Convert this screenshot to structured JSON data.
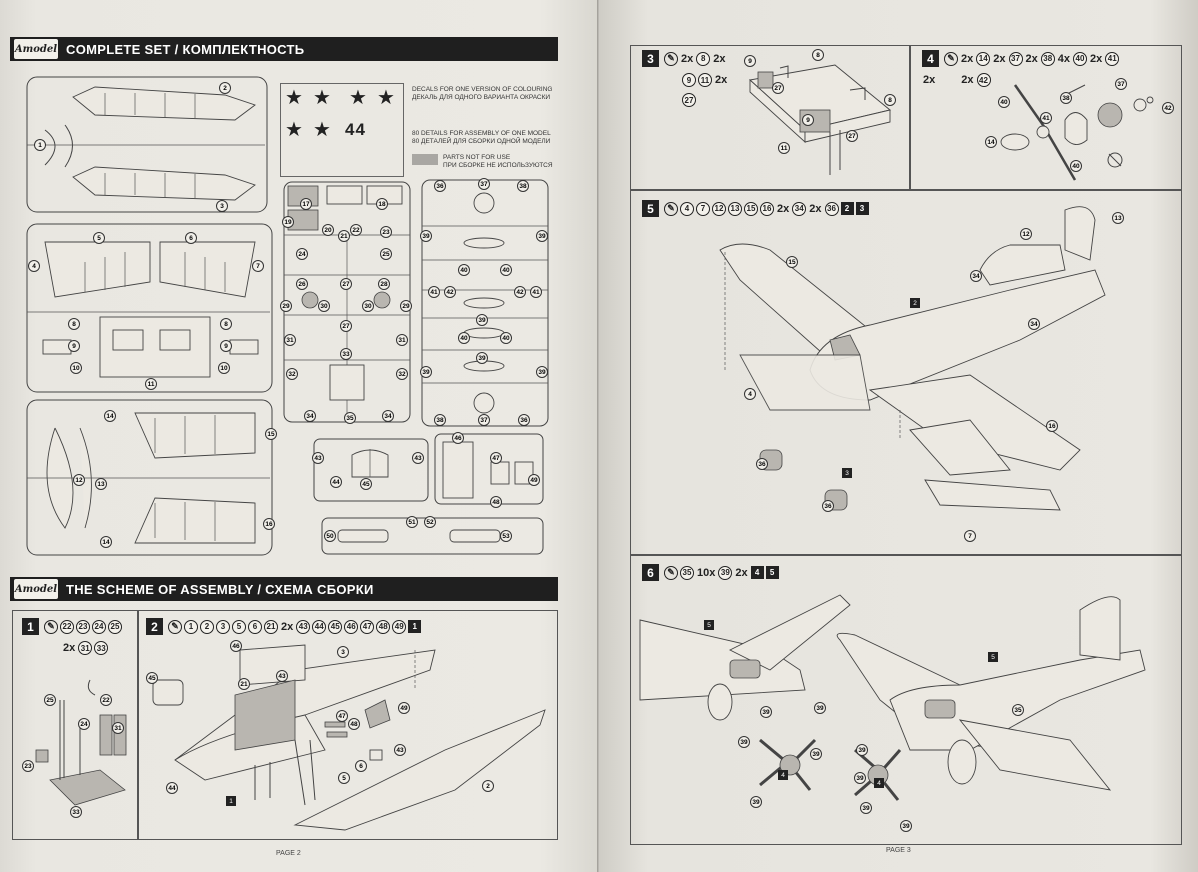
{
  "brand": "Amodel",
  "left_page": {
    "header_set": "COMPLETE SET / КОМПЛЕКТНОСТЬ",
    "header_scheme": "THE SCHEME OF ASSEMBLY / СХЕМА СБОРКИ",
    "decal_note_en": "DECALS FOR ONE VERSION OF COLOURING",
    "decal_note_ru": "ДЕКАЛЬ ДЛЯ ОДНОГО ВАРИАНТА ОКРАСКИ",
    "details_note_en": "80 DETAILS FOR ASSEMBLY OF ONE MODEL",
    "details_note_ru": "80 ДЕТАЛЕЙ ДЛЯ СБОРКИ ОДНОЙ МОДЕЛИ",
    "not_use_en": "PARTS NOT FOR USE",
    "not_use_ru": "ПРИ СБОРКЕ НЕ ИСПОЛЬЗУЮТСЯ",
    "decal_number": "44",
    "page_label": "PAGE 2",
    "step1": {
      "num": "1",
      "parts": [
        "22",
        "23",
        "24",
        "25"
      ],
      "mult": "2x",
      "parts2": [
        "31",
        "33"
      ]
    },
    "step2": {
      "num": "2",
      "parts": [
        "1",
        "2",
        "3",
        "5",
        "6",
        "21"
      ],
      "mult": "2x",
      "parts2": [
        "43",
        "44",
        "45",
        "46",
        "47",
        "48",
        "49"
      ],
      "ref": "1"
    }
  },
  "right_page": {
    "page_label": "PAGE 3",
    "step3": {
      "num": "3",
      "row1_mult": "2x",
      "row1_parts": [
        "8"
      ],
      "row1_mult2": "2x",
      "row2_parts": [
        "9",
        "11"
      ],
      "row2_mult": "2x",
      "row3_parts": [
        "27"
      ]
    },
    "step4": {
      "num": "4",
      "items": [
        [
          "2x",
          "14"
        ],
        [
          "2x",
          "37"
        ],
        [
          "2x",
          "38"
        ],
        [
          "4x",
          "40"
        ],
        [
          "2x",
          "41"
        ]
      ],
      "row2": [
        [
          "2x",
          ""
        ],
        [
          "2x",
          "42"
        ]
      ]
    },
    "step5": {
      "num": "5",
      "parts": [
        "4",
        "7",
        "12",
        "13",
        "15",
        "16"
      ],
      "m1": "2x",
      "p1": "34",
      "m2": "2x",
      "p2": "36",
      "refs": [
        "2",
        "3"
      ]
    },
    "step6": {
      "num": "6",
      "parts": [
        "35"
      ],
      "m1": "10x",
      "p1": "39",
      "m2": "2x",
      "refs": [
        "4",
        "5"
      ]
    }
  }
}
